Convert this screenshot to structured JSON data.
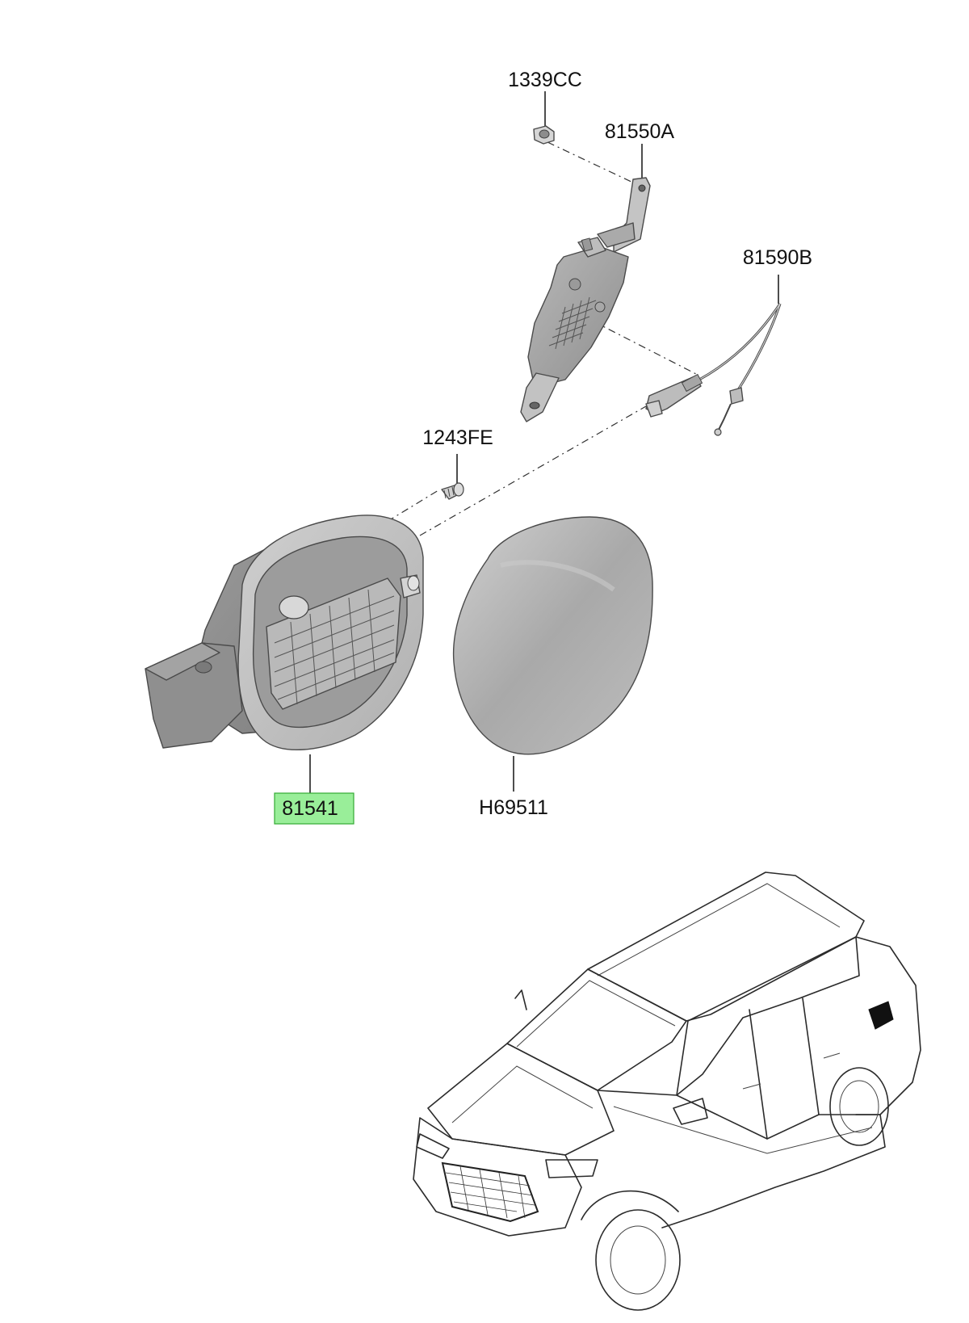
{
  "diagram": {
    "highlight_color": "#99ee99",
    "highlight_border": "#33aa33",
    "part_fill": "#b3b3b3",
    "labels": {
      "nut": "1339CC",
      "actuator": "81550A",
      "cable": "81590B",
      "screw": "1243FE",
      "housing": "81541",
      "door": "H69511"
    },
    "highlighted_part": "81541"
  }
}
